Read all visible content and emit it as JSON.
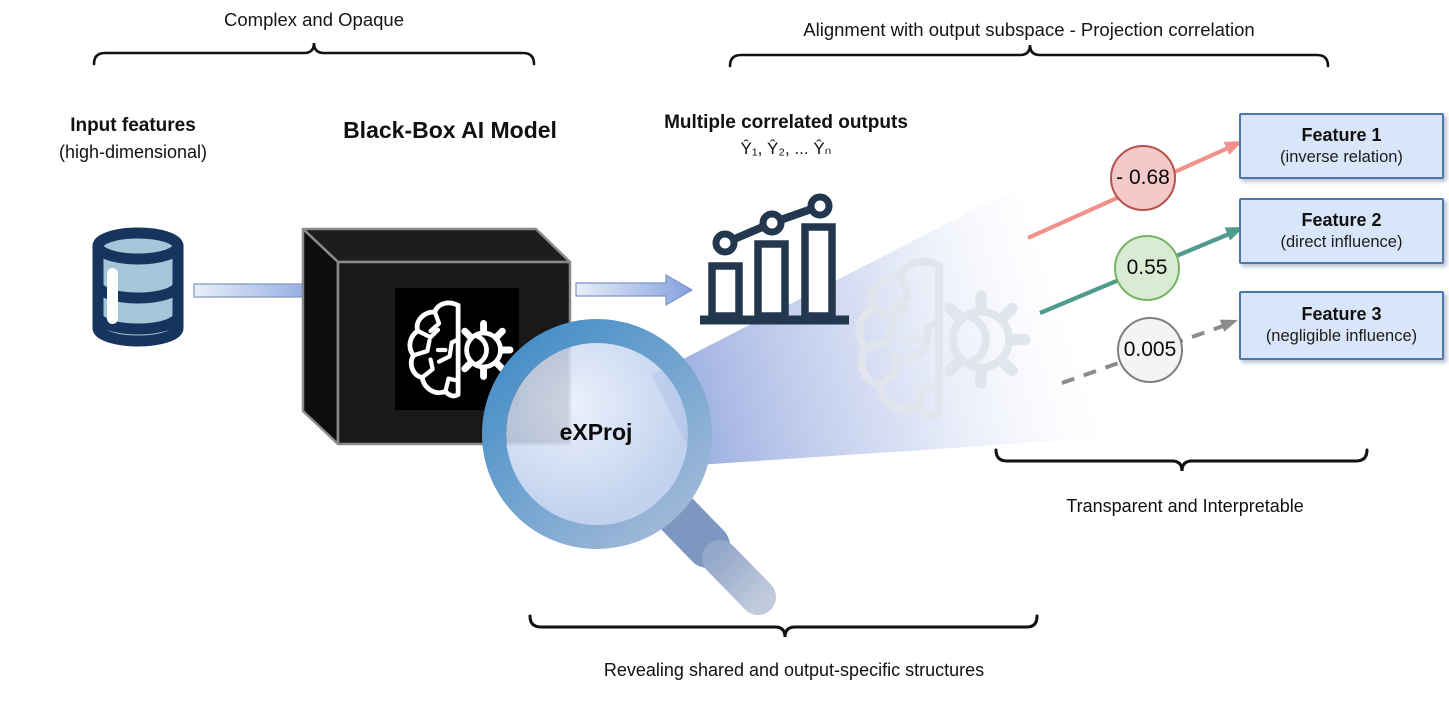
{
  "figure": {
    "top_left_group": {
      "brace_label": "Complex and Opaque",
      "input": {
        "title": "Input features",
        "subtitle": "(high-dimensional)"
      },
      "model_label": "Black-Box AI Model"
    },
    "outputs": {
      "title": "Multiple correlated outputs",
      "formula": "Ŷ₁, Ŷ₂, ... Ŷₙ"
    },
    "top_right_brace_label": "Alignment with output subspace - Projection correlation",
    "magnifier_label": "eXProj",
    "bottom_right_brace_label": "Transparent and Interpretable",
    "bottom_brace_label": "Revealing shared and output-specific structures",
    "correlations": [
      {
        "value": "- 0.68",
        "circle_fill": "#f5c9c9",
        "circle_border": "#b5524e",
        "arrow_color": "#f2908c",
        "arrow_style": "solid"
      },
      {
        "value": "0.55",
        "circle_fill": "#d9ebd3",
        "circle_border": "#77b462",
        "arrow_color": "#4f9b8d",
        "arrow_style": "solid"
      },
      {
        "value": "0.005",
        "circle_fill": "#f4f4f4",
        "circle_border": "#7f7f7f",
        "arrow_color": "#8b8b8b",
        "arrow_style": "dashed"
      }
    ],
    "features": [
      {
        "title": "Feature 1",
        "subtitle": "(inverse relation)"
      },
      {
        "title": "Feature 2",
        "subtitle": "(direct influence)"
      },
      {
        "title": "Feature 3",
        "subtitle": "(negligible influence)"
      }
    ],
    "icons": {
      "database": "database-icon",
      "blackbox": "black-box-3d",
      "brain_gear": "brain-gear-icon",
      "chart": "bar-line-chart-icon",
      "magnifier": "magnifier-icon",
      "beam": "projection-beam",
      "watermark": "brain-gear-watermark"
    },
    "colors": {
      "feature_box_fill": "#d9e6f9",
      "feature_box_border": "#4d77ad",
      "database_outline": "#16355e",
      "database_fill": "#a4c6d8",
      "chart_icon": "#23384f",
      "flow_arrow_start": "#e9eff9",
      "flow_arrow_end": "#84a0dd",
      "magnifier_ring": "#3e8bc7",
      "beam": "#8ca2db",
      "brace": "#111111"
    }
  }
}
